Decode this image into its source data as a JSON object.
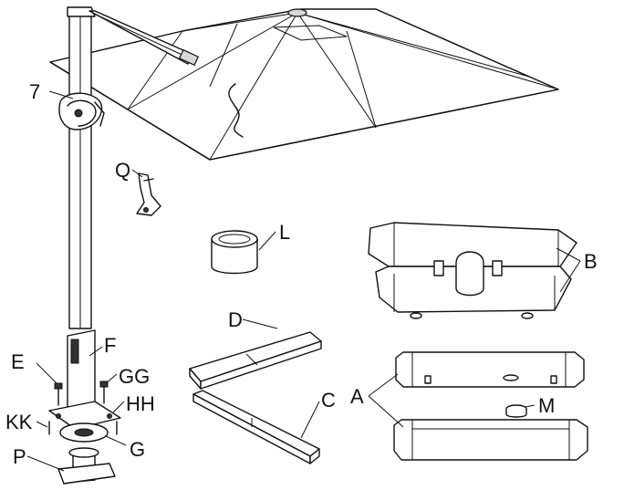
{
  "labels": {
    "l7": "7",
    "lQ": "Q",
    "lL": "L",
    "lB": "B",
    "lD": "D",
    "lF": "F",
    "lE": "E",
    "lGG": "GG",
    "lHH": "HH",
    "lKK": "KK",
    "lG": "G",
    "lP": "P",
    "lC": "C",
    "lA": "A",
    "lM": "M"
  }
}
